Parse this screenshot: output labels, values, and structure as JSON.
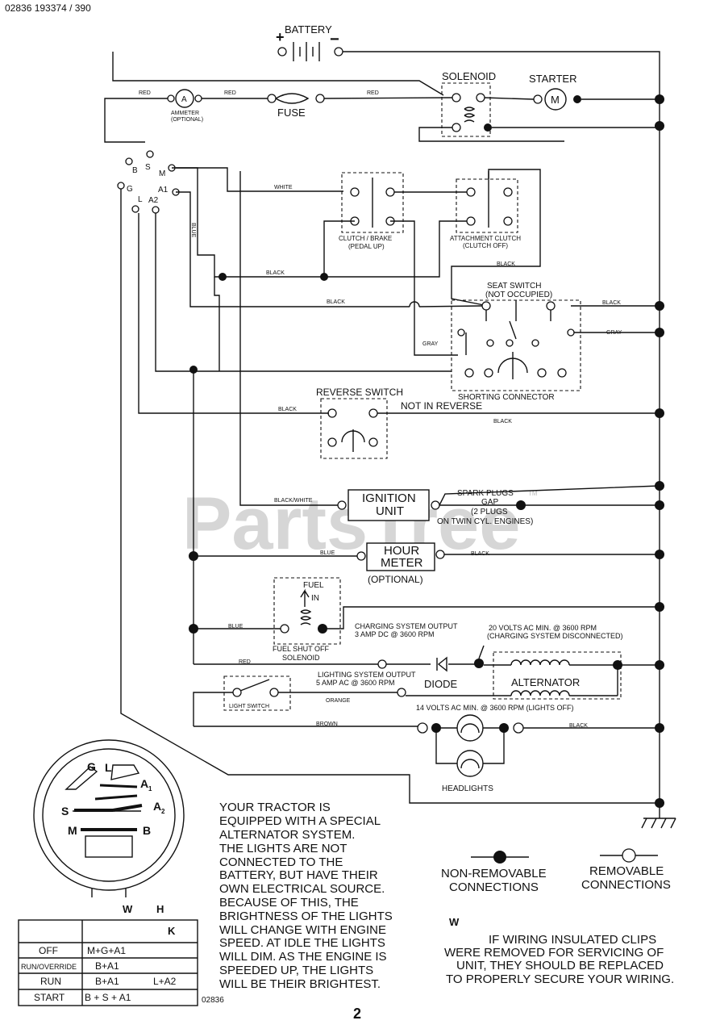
{
  "header": {
    "doc_code": "02836  193374 / 390"
  },
  "watermark": {
    "text": "PartsTree",
    "tm": "TM"
  },
  "components": {
    "battery": "BATTERY",
    "solenoid": "SOLENOID",
    "starter": "STARTER",
    "starter_motor": "M",
    "ammeter_letter": "A",
    "ammeter": "AMMETER",
    "ammeter_note": "(OPTIONAL)",
    "fuse": "FUSE",
    "clutch_brake": "CLUTCH / BRAKE",
    "clutch_brake_note": "(PEDAL UP)",
    "attachment_clutch": "ATTACHMENT CLUTCH",
    "attachment_clutch_note": "(CLUTCH OFF)",
    "seat_switch": "SEAT SWITCH",
    "seat_switch_note": "(NOT OCCUPIED)",
    "shorting_connector": "SHORTING CONNECTOR",
    "reverse_switch": "REVERSE SWITCH",
    "not_in_reverse": "NOT IN REVERSE",
    "ignition_line1": "IGNITION",
    "ignition_line2": "UNIT",
    "spark_plugs_1": "SPARK PLUGS",
    "spark_plugs_2": "GAP",
    "spark_plugs_3": "(2 PLUGS",
    "spark_plugs_4": "ON TWIN CYL. ENGINES)",
    "hour_line1": "HOUR",
    "hour_line2": "METER",
    "hour_note": "(OPTIONAL)",
    "fuel_1": "FUEL",
    "fuel_2": "IN",
    "fuel_shutoff_1": "FUEL SHUT OFF",
    "fuel_shutoff_2": "SOLENOID",
    "charging_1": "CHARGING SYSTEM OUTPUT",
    "charging_2": "3 AMP DC @ 3600 RPM",
    "volts20_1": "20 VOLTS AC MIN. @ 3600 RPM",
    "volts20_2": "(CHARGING SYSTEM DISCONNECTED)",
    "diode": "DIODE",
    "alternator": "ALTERNATOR",
    "lighting_1": "LIGHTING SYSTEM OUTPUT",
    "lighting_2": "5 AMP AC @ 3600 RPM",
    "volts14": "14 VOLTS AC MIN. @ 3600 RPM (LIGHTS OFF)",
    "light_switch": "LIGHT SWITCH",
    "headlights": "HEADLIGHTS",
    "ignition_switch_terminals": {
      "b": "B",
      "s": "S",
      "m": "M",
      "g": "G",
      "l": "L",
      "a1": "A1",
      "a2": "A2"
    }
  },
  "wire_labels": {
    "red_1": "RED",
    "red_2": "RED",
    "red_3": "RED",
    "white": "WHITE",
    "black_1": "BLACK",
    "black_2": "BLACK",
    "black_3": "BLACK",
    "black_4": "BLACK",
    "black_5": "BLACK",
    "black_6": "BLACK",
    "black_7": "BLACK",
    "gray_1": "GRAY",
    "gray_2": "GRAY",
    "blue_1": "BLUE",
    "blue_2": "BLUE",
    "blue_vert": "BLUE",
    "black_white": "BLACK/WHITE",
    "orange": "ORANGE",
    "brown": "BROWN"
  },
  "switch_face": {
    "g": "G",
    "l": "L",
    "a1": "A",
    "a1_sub": "1",
    "s": "S",
    "a2": "A",
    "a2_sub": "2",
    "m": "M",
    "b": "B"
  },
  "note_lines": [
    "YOUR TRACTOR IS",
    "EQUIPPED WITH A SPECIAL",
    "ALTERNATOR SYSTEM.",
    "THE LIGHTS ARE NOT",
    "CONNECTED TO THE",
    "BATTERY, BUT HAVE THEIR",
    "OWN ELECTRICAL SOURCE.",
    "BECAUSE OF THIS, THE",
    "BRIGHTNESS OF THE LIGHTS",
    "WILL CHANGE WITH ENGINE",
    "SPEED.  AT IDLE THE LIGHTS",
    "WILL DIM.  AS THE ENGINE IS",
    "SPEEDED UP, THE LIGHTS",
    "WILL BE THEIR BRIGHTEST."
  ],
  "legend": {
    "non_removable_1": "NON-REMOVABLE",
    "non_removable_2": "CONNECTIONS",
    "removable_1": "REMOVABLE",
    "removable_2": "CONNECTIONS"
  },
  "warning": {
    "w": "W",
    "lines": [
      "IF WIRING INSULATED CLIPS",
      "WERE REMOVED FOR SERVICING OF",
      "UNIT, THEY SHOULD BE REPLACED",
      "TO PROPERLY SECURE YOUR WIRING."
    ]
  },
  "switch_table": {
    "title_w": "W",
    "title_h": "H",
    "header_k": "K",
    "rows": [
      {
        "pos": "OFF",
        "c1": "M+G+A1",
        "c2": ""
      },
      {
        "pos": "RUN/OVERRIDE",
        "c1": "B+A1",
        "c2": ""
      },
      {
        "pos": "RUN",
        "c1": "B+A1",
        "c2": "L+A2"
      },
      {
        "pos": "START",
        "c1": "B + S + A1",
        "c2": ""
      }
    ]
  },
  "footer": {
    "code": "02836",
    "page": "2"
  }
}
